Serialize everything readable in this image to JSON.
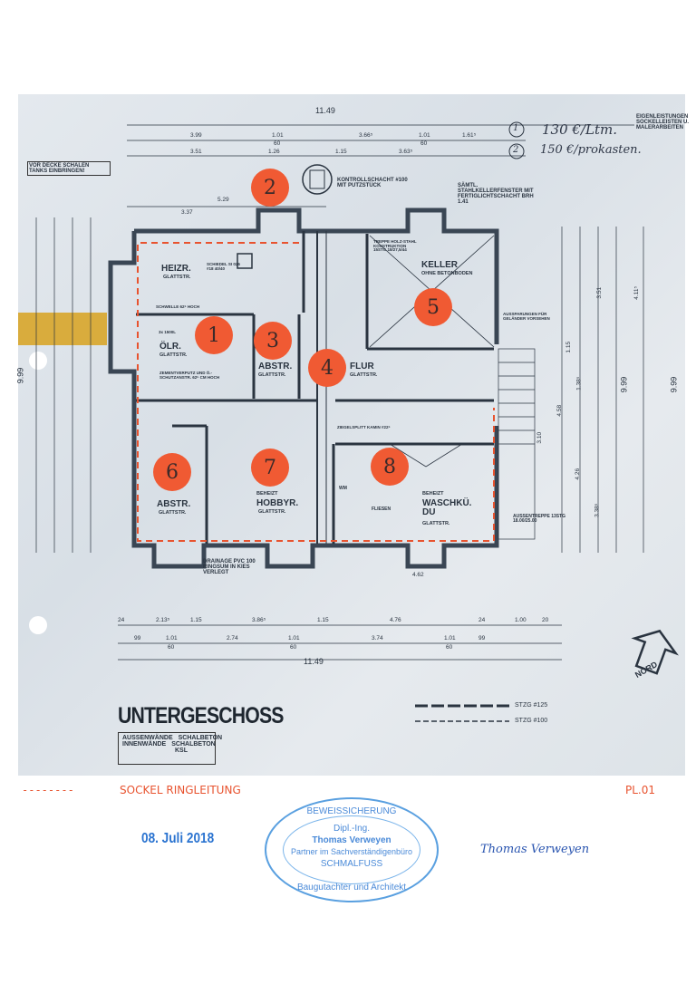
{
  "overall_dim_top": "11.49",
  "overall_dim_bottom": "11.49",
  "overall_dim_left": "9.99",
  "overall_dim_right": "9.99",
  "top_dims": [
    "3.99",
    "1.01",
    "60",
    "3.66⁵",
    "1.01",
    "60",
    "1.61⁵",
    "3.51",
    "1.26",
    "1.15",
    "3.63⁵",
    "5.29",
    "3.37"
  ],
  "bottom_dims": [
    "24",
    "2.13⁵",
    "1.15",
    "3.86⁵",
    "1.15",
    "4.76",
    "24",
    "1.00",
    "20",
    "99",
    "1.01",
    "60",
    "2.74",
    "1.01",
    "60",
    "3.74",
    "1.01",
    "60",
    "99",
    "4.62"
  ],
  "right_dims": [
    "3.51",
    "4.11⁵",
    "1.15",
    "1.38⁵",
    "4.58",
    "3.10",
    "4.26",
    "3.38⁵"
  ],
  "notes": {
    "top_left": "VOR DECKE SCHALEN TANKS EINBRINGEN!",
    "kontrollschacht": "KONTROLLSCHACHT #100 MIT PUTZSTÜCK",
    "fenster": "SÄMTL. STAHLKELLERFENSTER MIT FERTIGLICHTSCHACHT BRH 1.41",
    "eigenleistungen": "EIGENLEISTUNGEN SOCKELLEISTEN U. MALERARBEITEN",
    "treppe": "TREPPE HOLZ-STAHL KONSTRUKTION 15STG 18/27,5/44",
    "aussparungen": "AUSSPARUNGEN FÜR GELÄNDER VORSEHEN",
    "kamin": "ZIEGELSPLITT KAMIN #22⁵",
    "aussentreppe": "AUSSENTREPPE 13STG 18.00/25.00",
    "drainage": "DRAINAGE PVC 100 RINGSUM IN KIES VERLEGT",
    "schwelle": "SCHWELLE 62⁵ HOCH",
    "tank": "3x 1500L",
    "zement": "ZEMENTVERPUTZ UND Ö.-SCHUTZANSTR. 62⁵ CM HOCH",
    "fliesen": "FLIESEN",
    "wm": "WM"
  },
  "handwritten": {
    "marker1": "1",
    "marker2": "2",
    "price1": "130 €/Ltm.",
    "price2": "150 €/prokasten."
  },
  "rooms": [
    {
      "number": "1",
      "name": "ÖLR.",
      "sub": "GLATTSTR."
    },
    {
      "number": "2",
      "name": "",
      "sub": ""
    },
    {
      "number": "3",
      "name": "ABSTR.",
      "sub": "GLATTSTR."
    },
    {
      "number": "4",
      "name": "FLUR",
      "sub": "GLATTSTR."
    },
    {
      "number": "5",
      "name": "KELLER",
      "sub": "OHNE BETONBODEN"
    },
    {
      "number": "6",
      "name": "ABSTR.",
      "sub": "GLATTSTR."
    },
    {
      "number": "7",
      "name": "HOBBYR.",
      "sub": "GLATTSTR.",
      "pre": "BEHEIZT"
    },
    {
      "number": "8",
      "name": "WASCHKÜ. DU",
      "sub": "GLATTSTR.",
      "pre": "BEHEIZT"
    }
  ],
  "heizr": {
    "name": "HEIZR.",
    "sub": "GLATTSTR.",
    "schornstein": "SCHIEDEL SI 026 #18 40/40"
  },
  "north": "NORD",
  "line_legend": [
    "STZG #125",
    "STZG #100"
  ],
  "title": "UNTERGESCHOSS",
  "materials": [
    {
      "label": "AUSSENWÄNDE",
      "value": "SCHALBETON"
    },
    {
      "label": "INNENWÄNDE",
      "value": "SCHALBETON"
    },
    {
      "label": "",
      "value": "KSL"
    }
  ],
  "footer": {
    "legend_dashes": "--------",
    "legend_label": "SOCKEL RINGLEITUNG",
    "plan_no": "PL.01",
    "date": "08. Juli 2018",
    "signature": "Thomas Verweyen"
  },
  "stamp": {
    "top": "BEWEISSICHERUNG",
    "line1": "Dipl.-Ing.",
    "line2": "Thomas Verweyen",
    "line3": "Partner im Sachverständigenbüro",
    "line4": "SCHMALFUSS",
    "bottom": "Baugutachter und Architekt"
  },
  "colors": {
    "marker": "#f05a33",
    "dash": "#e8532f",
    "stamp": "#4a8ad8",
    "wall": "#2a3440"
  }
}
